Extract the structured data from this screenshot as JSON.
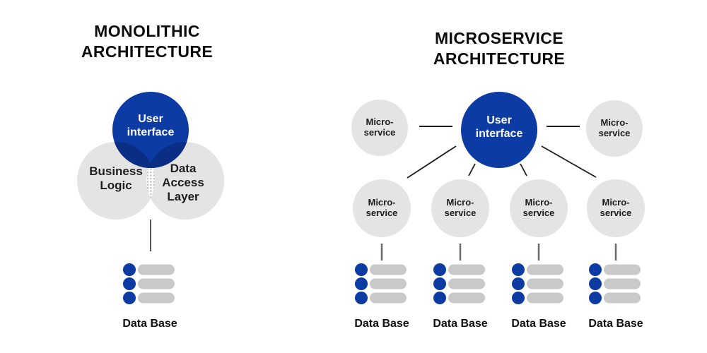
{
  "monolithic": {
    "title": "MONOLITHIC\nARCHITECTURE",
    "user_interface_label": "User\ninterface",
    "business_logic_label": "Business\nLogic",
    "data_access_label": "Data\nAccess\nLayer",
    "database_label": "Data Base"
  },
  "microservice": {
    "title": "MICROSERVICE\nARCHITECTURE",
    "user_interface_label": "User\ninterface",
    "upper_services": [
      {
        "label": "Micro-\nservice"
      },
      {
        "label": "Micro-\nservice"
      }
    ],
    "lower_services": [
      {
        "label": "Micro-\nservice"
      },
      {
        "label": "Micro-\nservice"
      },
      {
        "label": "Micro-\nservice"
      },
      {
        "label": "Micro-\nservice"
      }
    ],
    "database_labels": [
      "Data Base",
      "Data Base",
      "Data Base",
      "Data Base"
    ]
  },
  "colors": {
    "primary_blue": "#0c3ba4",
    "overlap_blue": "#0a2e83",
    "node_gray": "#e4e4e4",
    "pill_gray": "#c9c9c9",
    "stipple_gray": "#c3c3c3",
    "line_black": "#1c1c1c",
    "line_gray": "#6a6a6a",
    "line_darkgray": "#565656",
    "title_ink": "#0d0d0d",
    "label_ink": "#1e1e1e",
    "white": "#ffffff"
  }
}
